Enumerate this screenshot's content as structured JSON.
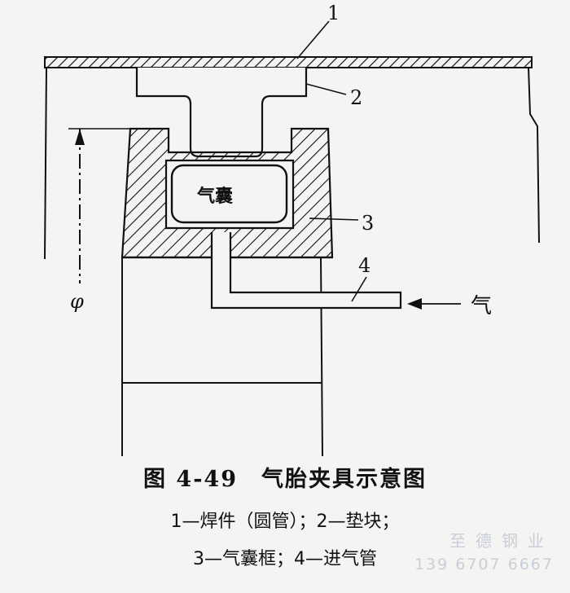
{
  "labels": {
    "part1": "1",
    "part2": "2",
    "part3": "3",
    "part4": "4",
    "airbag": "气囊",
    "air_inlet": "气",
    "diameter": "φ"
  },
  "caption": {
    "title": "图 4-49　气胎夹具示意图",
    "line1": "1—焊件（圆管）；2—垫块；",
    "line2": "3—气囊框；4—进气管"
  },
  "watermark": {
    "name": "至德钢业",
    "phone": "139 6707 6667"
  },
  "colors": {
    "ink": "#111111",
    "paper": "#f4f4f2",
    "watermark": "#c9ced9"
  }
}
